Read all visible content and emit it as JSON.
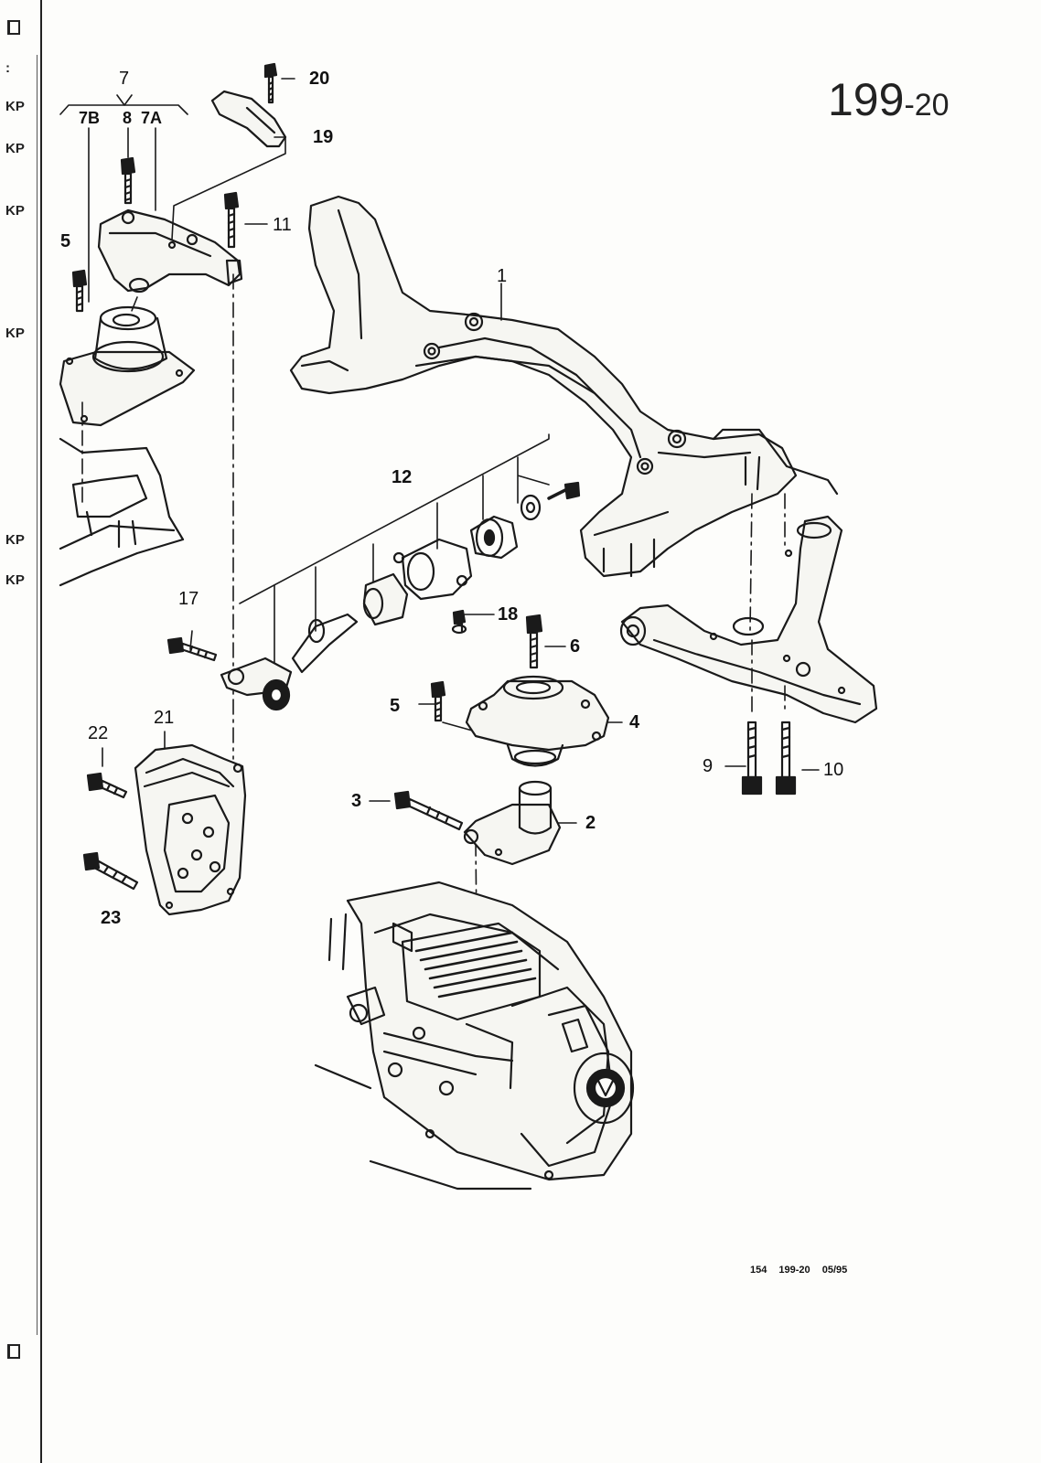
{
  "page": {
    "page_number_main": "199",
    "page_number_sub": "-20",
    "footer_code": "154 199-20 05/95"
  },
  "margin": {
    "marks": [
      "KP",
      "KP",
      "KP",
      "KP",
      "KP",
      "KP"
    ],
    "colon": ":"
  },
  "callouts": {
    "c1": "1",
    "c2": "2",
    "c3": "3",
    "c4": "4",
    "c5a": "5",
    "c5b": "5",
    "c6": "6",
    "c7": "7",
    "c7a": "7A",
    "c7b": "7B",
    "c8": "8",
    "c9": "9",
    "c10": "10",
    "c11": "11",
    "c12": "12",
    "c17": "17",
    "c18": "18",
    "c19": "19",
    "c20": "20",
    "c21": "21",
    "c22": "22",
    "c23": "23"
  },
  "colors": {
    "ink": "#1a1a1a",
    "paper": "#fdfdfb"
  }
}
